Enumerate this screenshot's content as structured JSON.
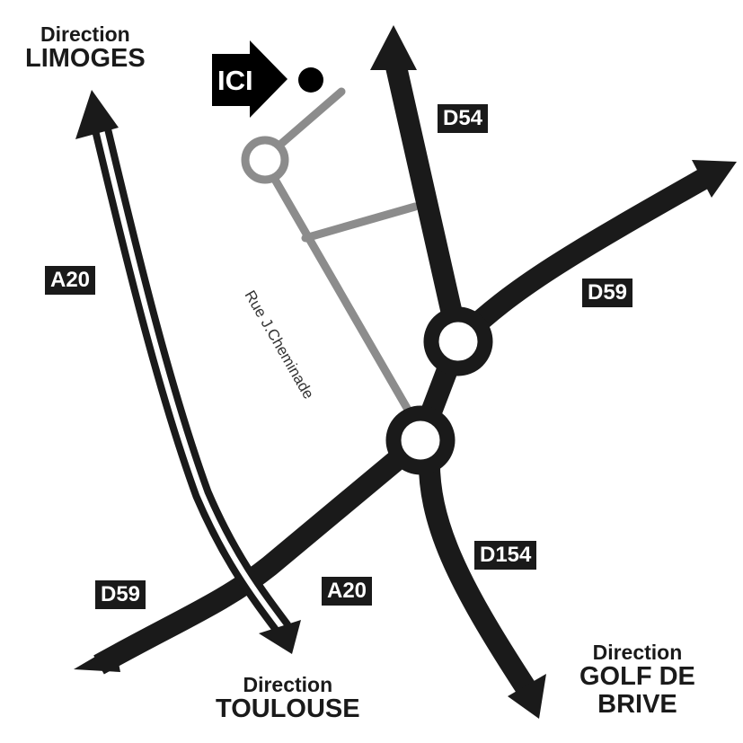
{
  "here_marker": {
    "label": "ICI"
  },
  "street": {
    "name": "Rue J.Cheminade"
  },
  "roads": {
    "a20_top": "A20",
    "a20_bottom": "A20",
    "d54": "D54",
    "d59_right": "D59",
    "d59_left": "D59",
    "d154": "D154"
  },
  "directions": {
    "limoges": {
      "line1": "Direction",
      "line2": "LIMOGES"
    },
    "toulouse": {
      "line1": "Direction",
      "line2": "TOULOUSE"
    },
    "golf": {
      "line1": "Direction",
      "line2": "GOLF DE",
      "line3": "BRIVE"
    }
  },
  "colors": {
    "road": "#1a1a1a",
    "local_road": "#8c8c8c"
  }
}
